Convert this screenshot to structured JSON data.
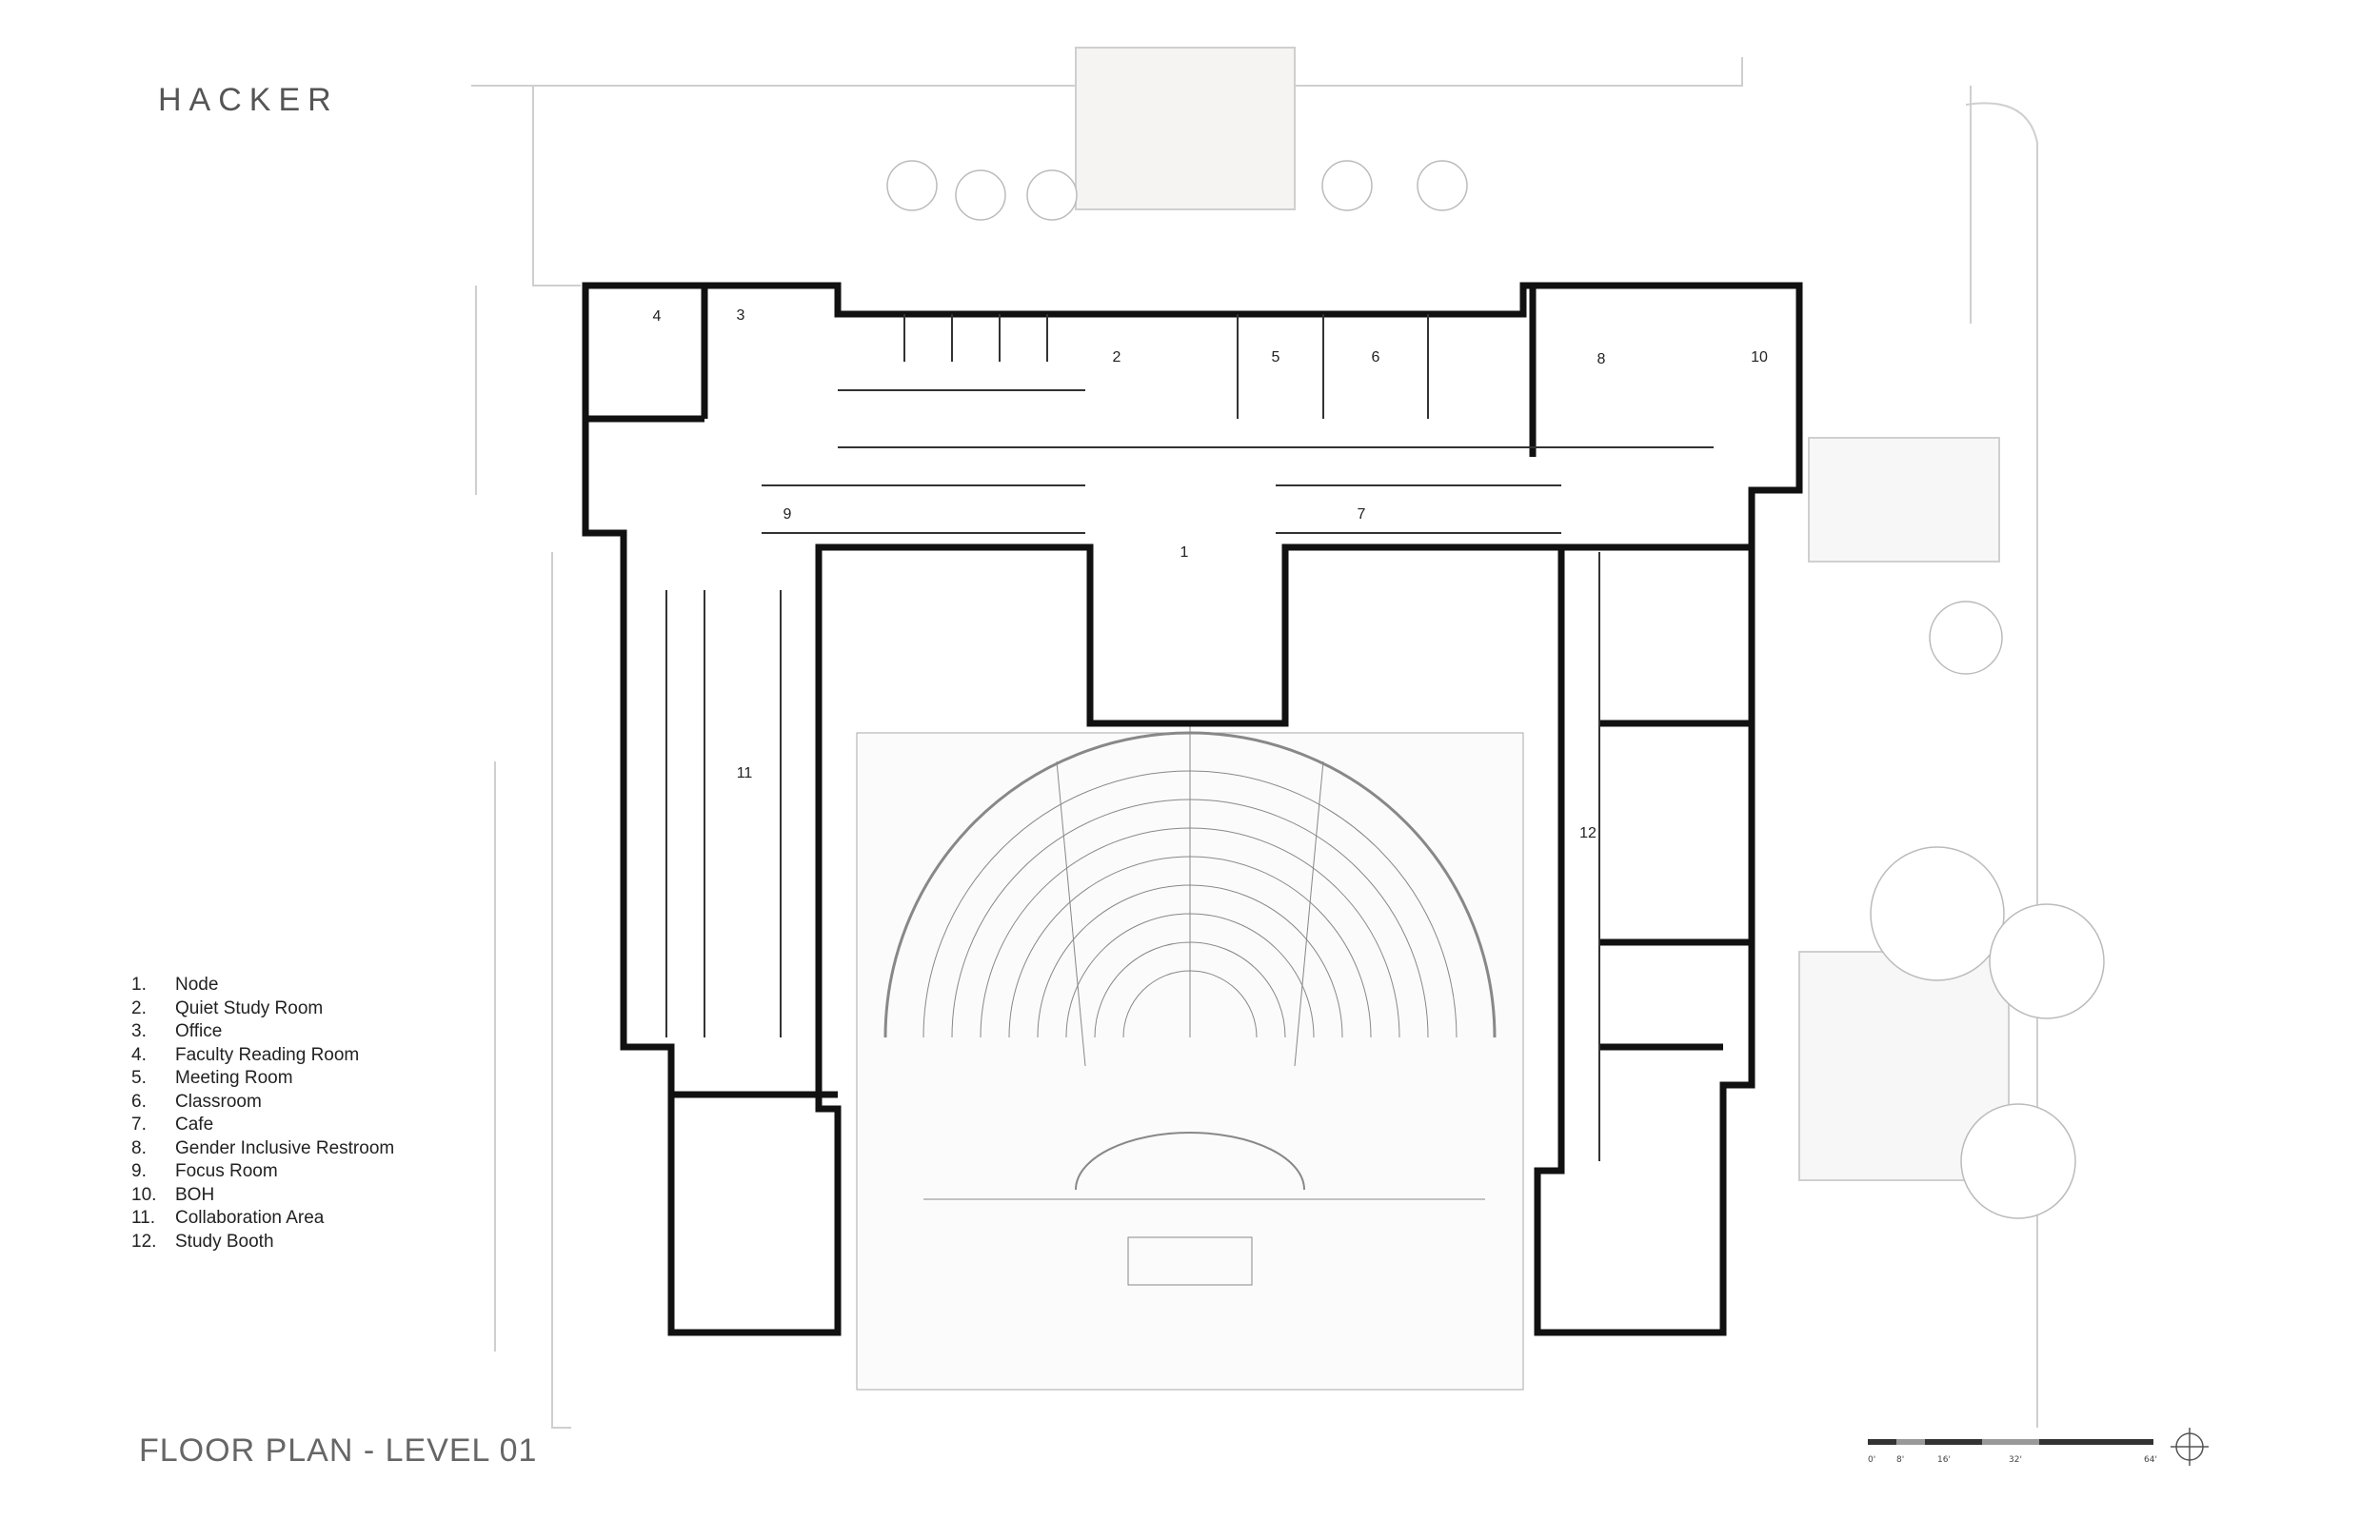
{
  "brand": "HACKER",
  "title": "FLOOR PLAN - LEVEL 01",
  "legend": [
    {
      "num": "1.",
      "label": "Node"
    },
    {
      "num": "2.",
      "label": "Quiet Study Room"
    },
    {
      "num": "3.",
      "label": "Office"
    },
    {
      "num": "4.",
      "label": "Faculty Reading Room"
    },
    {
      "num": "5.",
      "label": "Meeting Room"
    },
    {
      "num": "6.",
      "label": "Classroom"
    },
    {
      "num": "7.",
      "label": "Cafe"
    },
    {
      "num": "8.",
      "label": "Gender Inclusive Restroom"
    },
    {
      "num": "9.",
      "label": "Focus Room"
    },
    {
      "num": "10.",
      "label": "BOH"
    },
    {
      "num": "11.",
      "label": "Collaboration Area"
    },
    {
      "num": "12.",
      "label": "Study Booth"
    }
  ],
  "scale_labels": [
    "0'",
    "8'",
    "16'",
    "32'",
    "64'"
  ],
  "room_labels": {
    "node": "1",
    "quiet_study": "2",
    "office": "3",
    "faculty_reading": "4",
    "meeting": "5",
    "classroom": "6",
    "cafe": "7",
    "restroom": "8",
    "focus": "9",
    "boh": "10",
    "collab": "11",
    "study_booth": "12"
  }
}
